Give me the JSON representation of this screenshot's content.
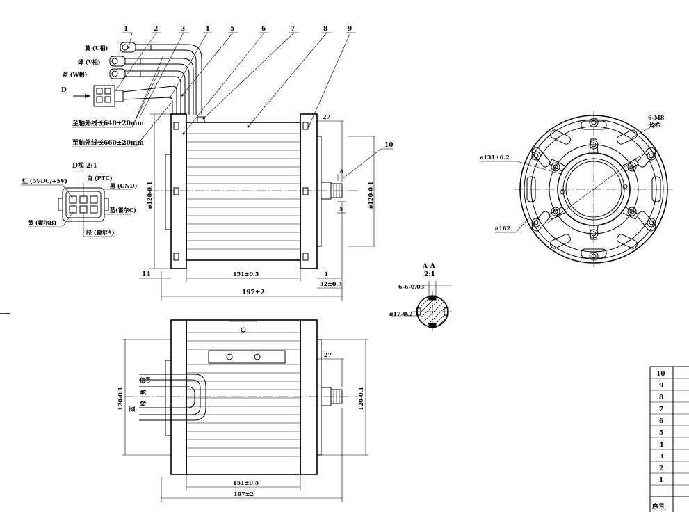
{
  "callouts": [
    "1",
    "2",
    "3",
    "4",
    "5",
    "6",
    "7",
    "8",
    "9",
    "10"
  ],
  "wires": {
    "u": "黄 (U相)",
    "v": "绿 (V相)",
    "w": "蓝 (W相)",
    "d": "D",
    "len1": "至轴外线长640±20mm",
    "len2": "至轴外线长660±20mm"
  },
  "connector": {
    "title": "D视 2:1",
    "red": "红 (5VDC/+5V)",
    "white": "白 (PTC)",
    "black": "黑 (GND)",
    "yellow": "黄 (霍尔B)",
    "blue": "蓝(霍尔C)",
    "green": "绿 (霍尔A)"
  },
  "front_dims": {
    "d120": "ø120-0.1",
    "d120b": "ø120-0.1",
    "shaft27": "27",
    "d151": "151±0.5",
    "d197": "197±2",
    "d14": "14",
    "d4": "4",
    "d32": "32±0.5",
    "d5": "5",
    "da": "a"
  },
  "section": {
    "title": "A-A",
    "scale": "2:1",
    "key": "6-6-0.03",
    "dia": "ø17-0.2"
  },
  "side_view": {
    "bolts": "6-M8",
    "bolts2": "均布",
    "d131": "ø131±0.2",
    "d162": "ø162"
  },
  "bottom_dims": {
    "d120": "120-0.1",
    "d120b": "120-0.1",
    "d27": "27",
    "d151": "151±0.5",
    "d197": "197±2",
    "sig": "信号",
    "yellow": "黄",
    "green": "绿",
    "blue": "蓝"
  },
  "parts_table": {
    "rows": [
      "10",
      "9",
      "8",
      "7",
      "6",
      "5",
      "4",
      "3",
      "2",
      "1"
    ],
    "header": "序号"
  }
}
